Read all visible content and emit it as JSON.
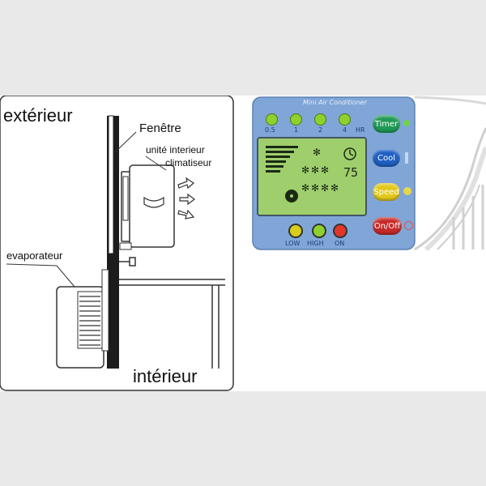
{
  "diagram": {
    "label_exterieur": "extérieur",
    "label_fenetre": "Fenêtre",
    "label_unite_line1": "unité interieur",
    "label_unite_line2": "climatiseur",
    "label_evaporateur": "evaporateur",
    "label_interieur": "intérieur"
  },
  "panel": {
    "title": "Mini Air Conditioner",
    "timer_labels": [
      "0.5",
      "1",
      "2",
      "4",
      "HR"
    ],
    "lcd_temperature": "75",
    "buttons": {
      "timer": "Timer",
      "cool": "Cool",
      "speed": "Speed",
      "onoff": "On/Off"
    },
    "bottom_labels": [
      "LOW",
      "HIGH",
      "ON"
    ],
    "colors": {
      "panel_bg": "#7fa6d6",
      "led_green": "#8fd12c",
      "led_yellow": "#d8cc1c",
      "led_red": "#e2362a",
      "timer_btn": "#1f9a55",
      "cool_btn": "#1e5fc2",
      "speed_btn": "#e2c81c",
      "onoff_btn": "#c82a2a",
      "lcd_bg": "#9fce6c"
    }
  }
}
